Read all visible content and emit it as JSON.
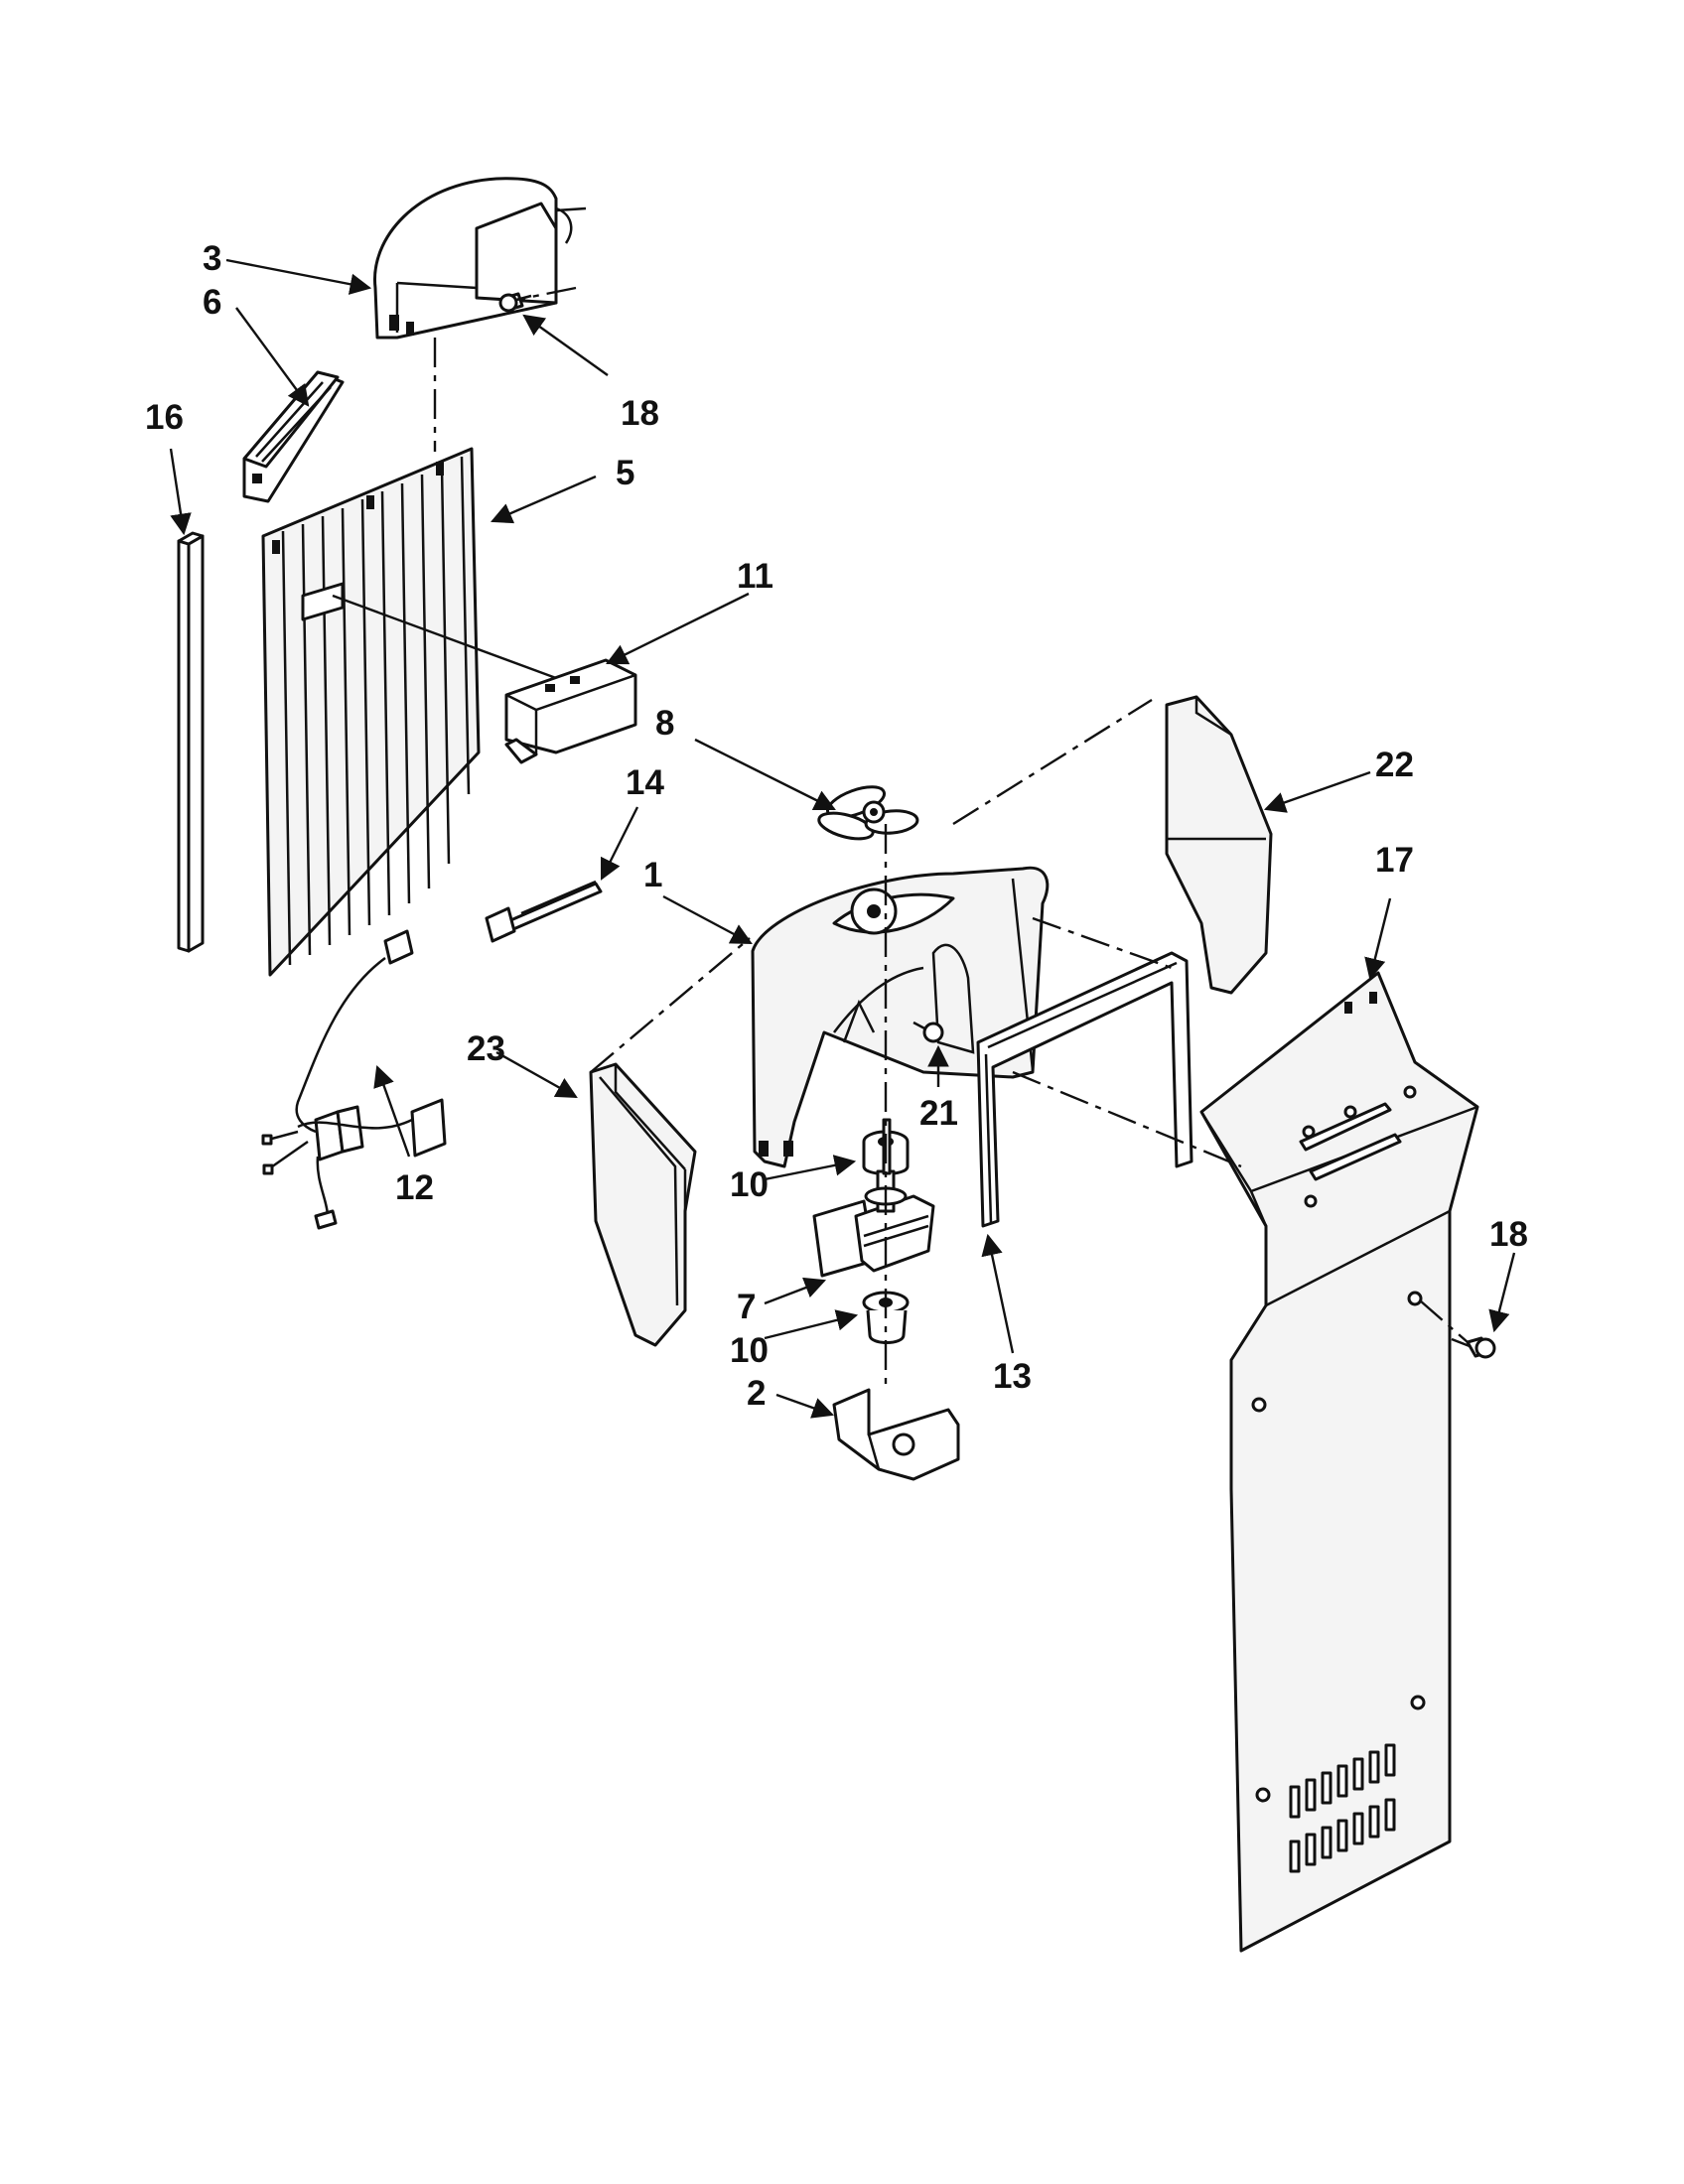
{
  "callouts": [
    {
      "id": "c3",
      "label": "3"
    },
    {
      "id": "c6",
      "label": "6"
    },
    {
      "id": "c16",
      "label": "16"
    },
    {
      "id": "c18a",
      "label": "18"
    },
    {
      "id": "c5",
      "label": "5"
    },
    {
      "id": "c11",
      "label": "11"
    },
    {
      "id": "c8",
      "label": "8"
    },
    {
      "id": "c14",
      "label": "14"
    },
    {
      "id": "c1",
      "label": "1"
    },
    {
      "id": "c22",
      "label": "22"
    },
    {
      "id": "c17",
      "label": "17"
    },
    {
      "id": "c23",
      "label": "23"
    },
    {
      "id": "c12",
      "label": "12"
    },
    {
      "id": "c21",
      "label": "21"
    },
    {
      "id": "c10a",
      "label": "10"
    },
    {
      "id": "c7",
      "label": "7"
    },
    {
      "id": "c10b",
      "label": "10"
    },
    {
      "id": "c2",
      "label": "2"
    },
    {
      "id": "c13",
      "label": "13"
    },
    {
      "id": "c18b",
      "label": "18"
    }
  ]
}
